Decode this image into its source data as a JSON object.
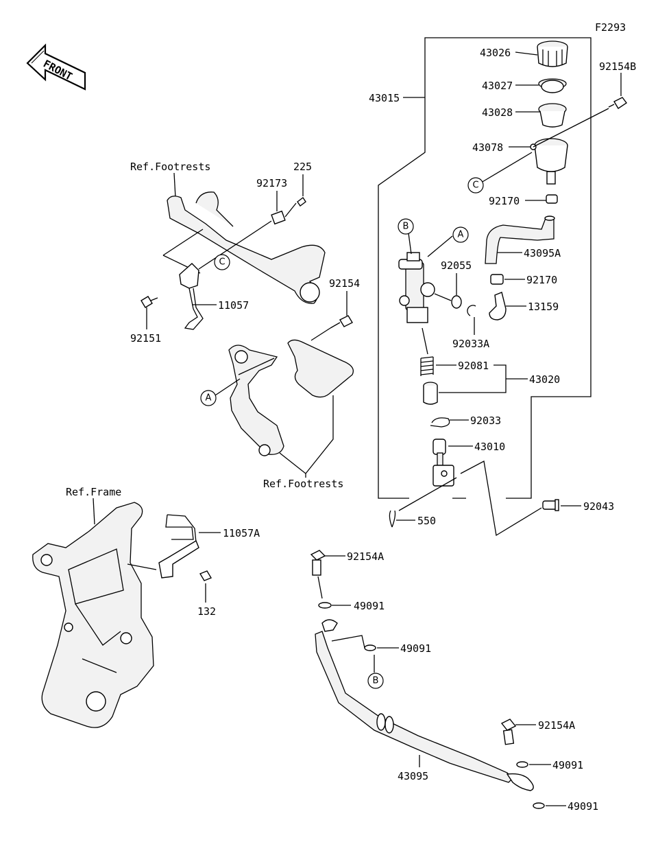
{
  "diagram_code": "F2293",
  "front_label": "FRONT",
  "refs": {
    "footrests_top": "Ref.Footrests",
    "footrests_bottom": "Ref.Footrests",
    "frame": "Ref.Frame"
  },
  "parts": {
    "p43026": "43026",
    "p43027": "43027",
    "p43028": "43028",
    "p43078": "43078",
    "p92154B": "92154B",
    "p43015": "43015",
    "p92170a": "92170",
    "p43095A": "43095A",
    "p92170b": "92170",
    "p13159": "13159",
    "p92055": "92055",
    "p92033A": "92033A",
    "p92081": "92081",
    "p43020": "43020",
    "p92033": "92033",
    "p43010": "43010",
    "p550": "550",
    "p92043": "92043",
    "p225": "225",
    "p92173": "92173",
    "p11057": "11057",
    "p92151": "92151",
    "p92154": "92154",
    "p11057A": "11057A",
    "p132": "132",
    "p92154A_1": "92154A",
    "p49091_1": "49091",
    "p49091_2": "49091",
    "p92154A_2": "92154A",
    "p49091_3": "49091",
    "p49091_4": "49091",
    "p43095": "43095"
  },
  "callouts": {
    "A1": "A",
    "A2": "A",
    "B1": "B",
    "B2": "B",
    "C1": "C",
    "C2": "C"
  }
}
